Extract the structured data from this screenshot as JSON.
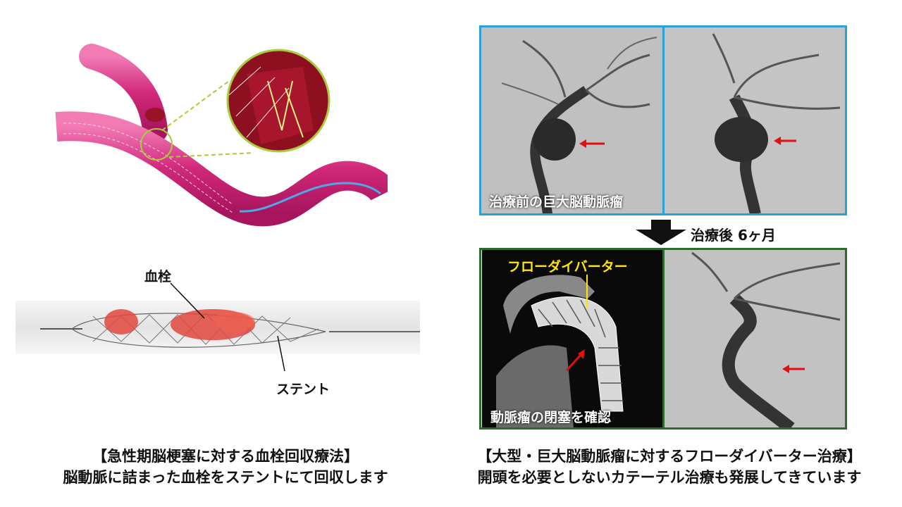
{
  "left": {
    "label_clot": "血栓",
    "label_stent": "ステント",
    "caption_line1": "【急性期脳梗塞に対する血栓回収療法】",
    "caption_line2": "脳動脈に詰まった血栓をステントにて回収します"
  },
  "right": {
    "label_before": "治療前の巨大脳動脈瘤",
    "label_after": "治療後 6ヶ月",
    "label_flow_diverter": "フローダイバーター",
    "label_confirm": "動脈瘤の閉塞を確認",
    "caption_line1": "【大型・巨大脳動脈瘤に対するフローダイバーター治療】",
    "caption_line2": "開頭を必要としないカテーテル治療も発展してきています"
  },
  "colors": {
    "vessel": "#d1287a",
    "blood": "#a3162a",
    "frame_before": "#2aa2d8",
    "frame_after": "#2e6a2e",
    "highlight_ring": "#a7cc3c",
    "flow_diverter_label": "#ffe600",
    "arrow": "#e01010"
  }
}
